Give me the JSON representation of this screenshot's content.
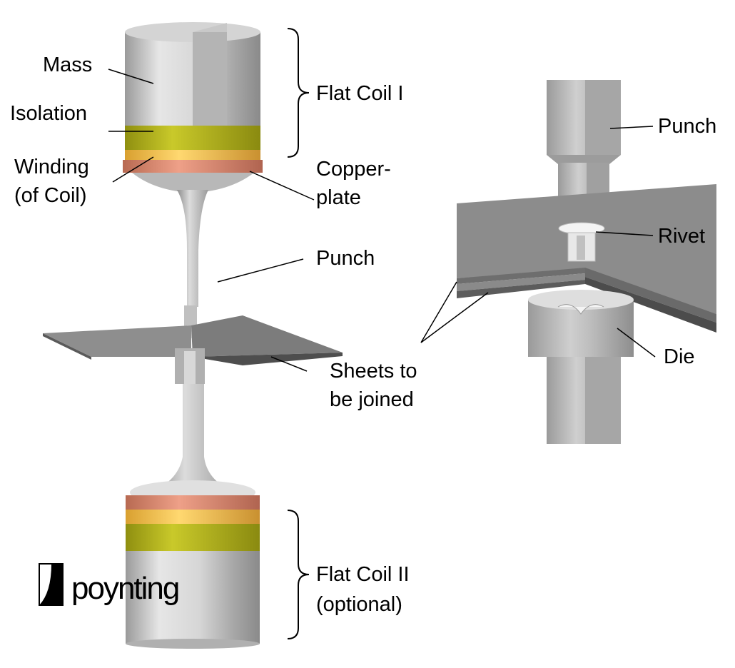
{
  "labels": {
    "mass": "Mass",
    "isolation": "Isolation",
    "winding_1": "Winding",
    "winding_2": "(of Coil)",
    "flat_coil_1": "Flat Coil I",
    "copper_1": "Copper-",
    "copper_2": "plate",
    "punch_left": "Punch",
    "sheets_1": "Sheets to",
    "sheets_2": "be joined",
    "flat_coil_2_1": "Flat Coil II",
    "flat_coil_2_2": "(optional)",
    "punch_right": "Punch",
    "rivet": "Rivet",
    "die": "Die"
  },
  "logo": {
    "text": "poynting"
  },
  "colors": {
    "steel_light": "#e4e4e4",
    "steel_mid": "#bdbdbd",
    "steel_dark": "#8f8f8f",
    "isolation": "#b8b81a",
    "winding": "#f2c04a",
    "copper": "#d9826a",
    "sheet": "#8a8a8a"
  }
}
